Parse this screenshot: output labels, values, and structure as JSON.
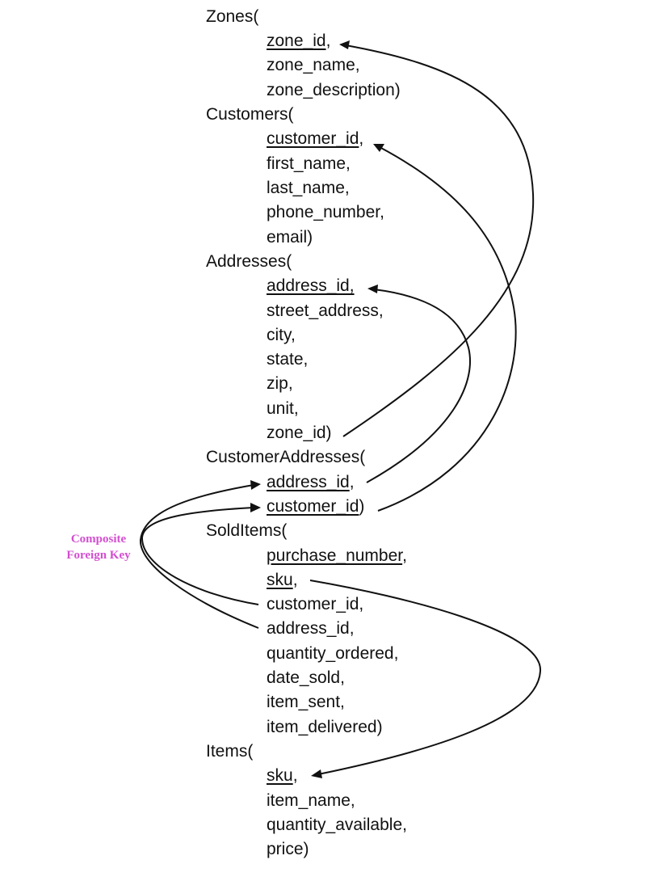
{
  "tables": [
    {
      "name": "Zones(",
      "fields": [
        {
          "pk": "zone_id",
          "rest": ","
        },
        {
          "pk": "",
          "rest": "zone_name,"
        },
        {
          "pk": "",
          "rest": "zone_description)"
        }
      ]
    },
    {
      "name": "Customers(",
      "fields": [
        {
          "pk": "customer_id",
          "rest": ","
        },
        {
          "pk": "",
          "rest": "first_name,"
        },
        {
          "pk": "",
          "rest": "last_name,"
        },
        {
          "pk": "",
          "rest": "phone_number,"
        },
        {
          "pk": "",
          "rest": "email)"
        }
      ]
    },
    {
      "name": "Addresses(",
      "fields": [
        {
          "pk": "address_id,",
          "rest": ""
        },
        {
          "pk": "",
          "rest": "street_address,"
        },
        {
          "pk": "",
          "rest": "city,"
        },
        {
          "pk": "",
          "rest": "state,"
        },
        {
          "pk": "",
          "rest": "zip,"
        },
        {
          "pk": "",
          "rest": "unit,"
        },
        {
          "pk": "",
          "rest": "zone_id)"
        }
      ]
    },
    {
      "name": "CustomerAddresses(",
      "fields": [
        {
          "pk": "address_id",
          "rest": ","
        },
        {
          "pk": "customer_id",
          "rest": ")"
        }
      ]
    },
    {
      "name": "SoldItems(",
      "fields": [
        {
          "pk": "purchase_number",
          "rest": ","
        },
        {
          "pk": "sku",
          "rest": ","
        },
        {
          "pk": "",
          "rest": "customer_id,"
        },
        {
          "pk": "",
          "rest": "address_id,"
        },
        {
          "pk": "",
          "rest": "quantity_ordered,"
        },
        {
          "pk": "",
          "rest": "date_sold,"
        },
        {
          "pk": "",
          "rest": "item_sent,"
        },
        {
          "pk": "",
          "rest": "item_delivered)"
        }
      ]
    },
    {
      "name": "Items(",
      "fields": [
        {
          "pk": "sku",
          "rest": ","
        },
        {
          "pk": "",
          "rest": "item_name,"
        },
        {
          "pk": "",
          "rest": "quantity_available,"
        },
        {
          "pk": "",
          "rest": "price)"
        }
      ]
    }
  ],
  "annotation": {
    "line1": "Composite",
    "line2": "Foreign Key",
    "color": "#d34fd0"
  },
  "references": [
    {
      "from": "Addresses.zone_id",
      "to": "Zones.zone_id"
    },
    {
      "from": "CustomerAddresses.customer_id",
      "to": "Customers.customer_id"
    },
    {
      "from": "CustomerAddresses.address_id",
      "to": "Addresses.address_id"
    },
    {
      "from": "SoldItems.customer_id",
      "to": "CustomerAddresses.customer_id"
    },
    {
      "from": "SoldItems.address_id",
      "to": "CustomerAddresses.address_id"
    },
    {
      "from": "SoldItems.sku",
      "to": "Items.sku"
    }
  ]
}
